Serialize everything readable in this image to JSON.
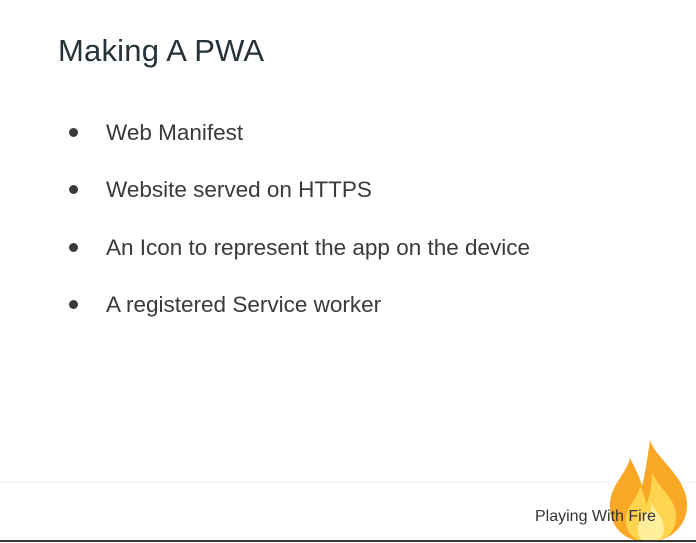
{
  "slide": {
    "title": "Making A PWA",
    "bullets": [
      "Web Manifest",
      "Website served on HTTPS",
      "An Icon to represent the app on the device",
      "A registered Service worker"
    ]
  },
  "footer": {
    "brand": "Playing With Fire",
    "logo_icon": "flame-icon",
    "colors": {
      "flame_outer": "#f9a825",
      "flame_inner": "#ffd54f",
      "flame_core": "#ffee9c"
    }
  }
}
